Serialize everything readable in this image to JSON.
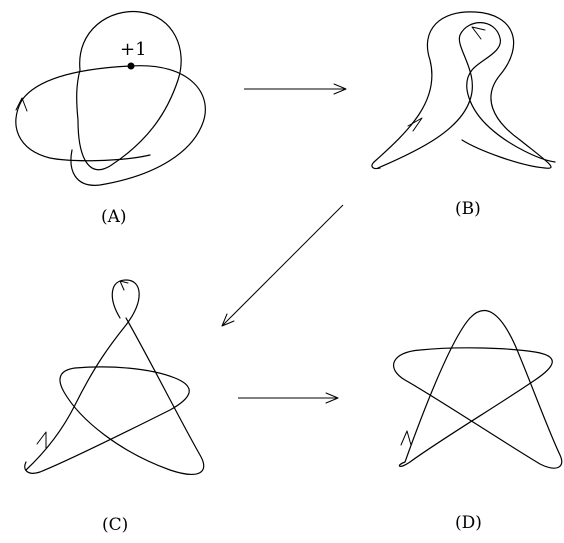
{
  "labels": {
    "a": "(A)",
    "b": "(B)",
    "c": "(C)",
    "d": "(D)"
  },
  "annotation": "+1",
  "colors": {
    "stroke": "#000000",
    "background": "#ffffff"
  }
}
